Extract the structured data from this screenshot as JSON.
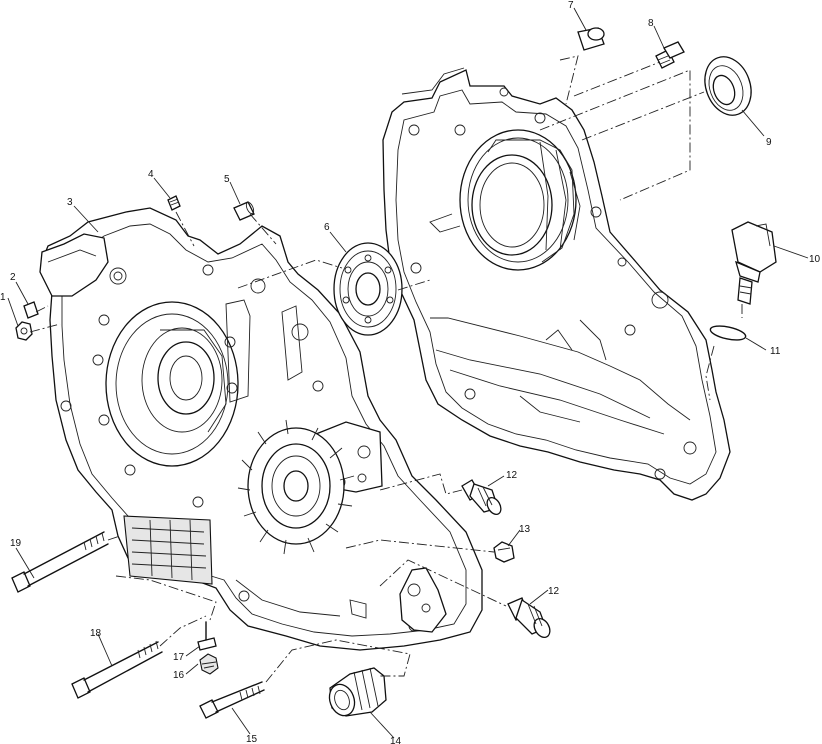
{
  "labels": [
    {
      "id": "1",
      "text": "1"
    },
    {
      "id": "2",
      "text": "2"
    },
    {
      "id": "3",
      "text": "3"
    },
    {
      "id": "4",
      "text": "4"
    },
    {
      "id": "5",
      "text": "5"
    },
    {
      "id": "6",
      "text": "6"
    },
    {
      "id": "7",
      "text": "7"
    },
    {
      "id": "8",
      "text": "8"
    },
    {
      "id": "9",
      "text": "9"
    },
    {
      "id": "10",
      "text": "10"
    },
    {
      "id": "11",
      "text": "11"
    },
    {
      "id": "12a",
      "text": "12"
    },
    {
      "id": "12b",
      "text": "12"
    },
    {
      "id": "13",
      "text": "13"
    },
    {
      "id": "14",
      "text": "14"
    },
    {
      "id": "15",
      "text": "15"
    },
    {
      "id": "16",
      "text": "16"
    },
    {
      "id": "17",
      "text": "17"
    },
    {
      "id": "18",
      "text": "18"
    },
    {
      "id": "19",
      "text": "19"
    }
  ]
}
